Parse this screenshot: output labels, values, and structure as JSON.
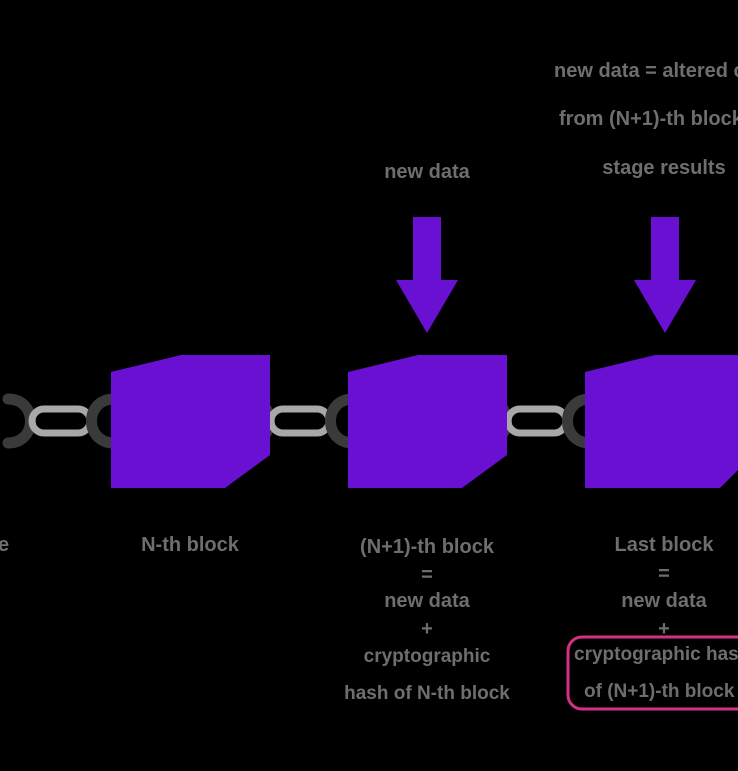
{
  "colors": {
    "background": "#000000",
    "block": "#6a10d3",
    "arrow": "#6a10d3",
    "chain_dark": "#3a3a3a",
    "chain_light": "#a8a8a8",
    "text": "#6e6e6e",
    "highlight": "#d62f86"
  },
  "labels": {
    "prev_block_fragment": "e",
    "nth_block": "N-th block",
    "n1_block": {
      "title": "(N+1)-th block",
      "eq": "=",
      "data": "new data",
      "plus": "+",
      "hash_1": "cryptographic",
      "hash_2": "hash of N-th block"
    },
    "last_block": {
      "title": "Last block",
      "eq": "=",
      "data": "new data",
      "plus": "+",
      "hash_1": "cryptographic has",
      "hash_2": "of (N+1)-th block"
    }
  },
  "inputs": {
    "n1_new_data": "new data",
    "last_new_data_1": "new data = altered c",
    "last_new_data_2": "from (N+1)-th block",
    "last_new_data_3": "stage results"
  }
}
